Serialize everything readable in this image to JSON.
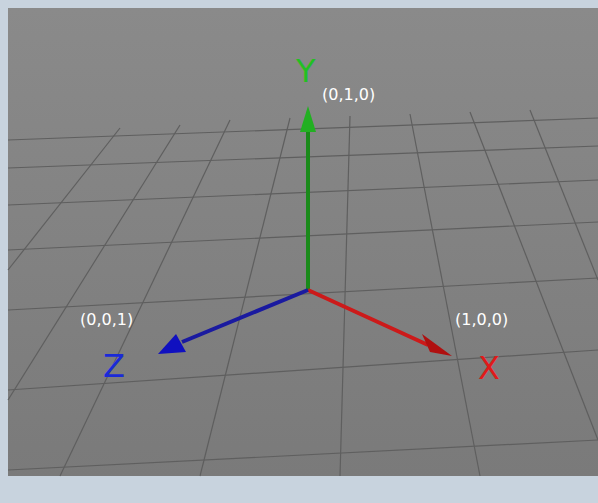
{
  "diagram": {
    "labels": [
      "Y",
      "(0,1,0)",
      "(0,0,1)",
      "Z",
      "(1,0,0)",
      "X"
    ]
  }
}
